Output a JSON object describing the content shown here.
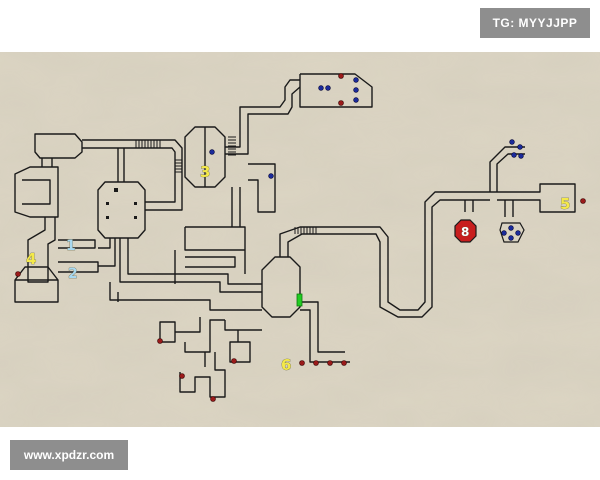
{
  "watermark_top": "TG: MYYJJPP",
  "watermark_bottom": "www.xpdzr.com",
  "map": {
    "labels": {
      "one": "1",
      "two": "2",
      "three": "3",
      "four": "4",
      "five": "5",
      "six": "6",
      "eight": "8"
    },
    "colors": {
      "background": "#dcd5c3",
      "wall": "#1a1a1a",
      "label_yellow": "#f4e94a",
      "label_blue": "#a8d8f0",
      "marker_red": "#9a1a1a",
      "marker_blue": "#1a2a9a",
      "door_green": "#22cc22"
    }
  }
}
